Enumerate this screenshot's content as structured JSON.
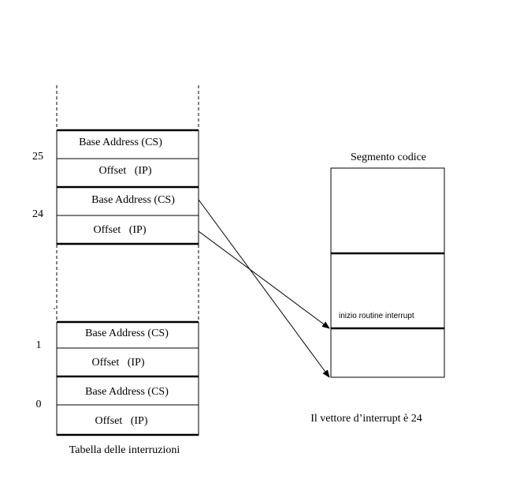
{
  "table": {
    "caption": "Tabella delle interruzioni",
    "entries": [
      {
        "index": "25",
        "base": "Base Address (CS)",
        "offset": "Offset   (IP)"
      },
      {
        "index": "24",
        "base": "Base Address (CS)",
        "offset": "Offset   (IP)"
      },
      {
        "index": "1",
        "base": "Base Address (CS)",
        "offset": "Offset   (IP)"
      },
      {
        "index": "0",
        "base": "Base Address (CS)",
        "offset": "Offset   (IP)"
      }
    ]
  },
  "segment": {
    "title": "Segmento codice",
    "routine_label": "inizio routine interrupt"
  },
  "note": "Il vettore d’interrupt è 24"
}
